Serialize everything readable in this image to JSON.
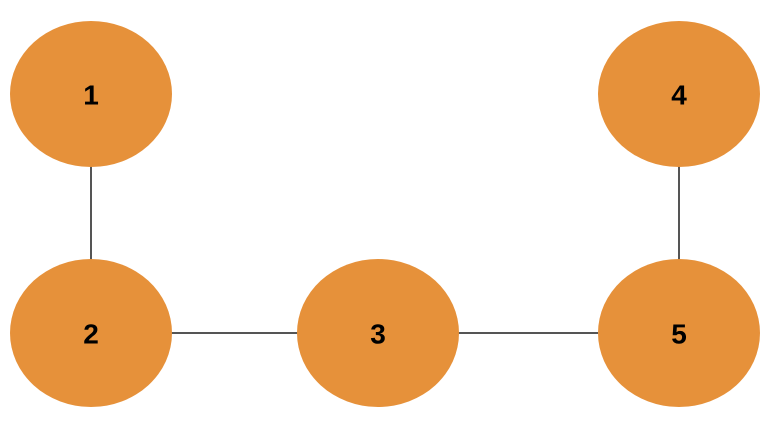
{
  "colors": {
    "background": "#ffffff",
    "node_fill": "#E6913A",
    "edge": "#555555",
    "label": "#000000"
  },
  "nodes": [
    {
      "id": "n1",
      "label": "1"
    },
    {
      "id": "n2",
      "label": "2"
    },
    {
      "id": "n3",
      "label": "3"
    },
    {
      "id": "n4",
      "label": "4"
    },
    {
      "id": "n5",
      "label": "5"
    }
  ],
  "edges": [
    {
      "from": "n1",
      "to": "n2"
    },
    {
      "from": "n2",
      "to": "n3"
    },
    {
      "from": "n3",
      "to": "n5"
    },
    {
      "from": "n4",
      "to": "n5"
    }
  ]
}
